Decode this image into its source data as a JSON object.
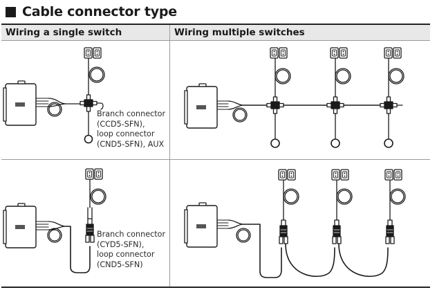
{
  "title": "Cable connector type",
  "columns": [
    "Wiring a single switch",
    "Wiring multiple switches"
  ],
  "labels": {
    "top_left": [
      "Branch connector",
      "(CCD5-SFN),",
      "loop connector",
      "(CND5-SFN), AUX"
    ],
    "bottom_left": [
      "Branch connector",
      "(CYD5-SFN),",
      "loop connector",
      "(CND5-SFN)"
    ]
  },
  "icons": [
    "controller-box-icon",
    "safety-switch-icon",
    "cable-coil-icon",
    "branch-connector-icon",
    "terminator-icon",
    "y-connector-icon"
  ]
}
